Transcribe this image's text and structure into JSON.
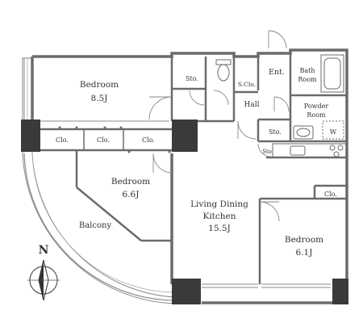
{
  "colors": {
    "wall": "#6b6b6b",
    "pillar": "#3a3a3a",
    "line": "#8a8a8a",
    "text": "#333333",
    "background": "#ffffff"
  },
  "rooms": {
    "bedroom_a": {
      "name": "Bedroom",
      "size": "8.5J"
    },
    "bedroom_b": {
      "name": "Bedroom",
      "size": "6.6J"
    },
    "bedroom_c": {
      "name": "Bedroom",
      "size": "6.1J"
    },
    "ldk": {
      "line1": "Living Dining",
      "line2": "Kitchen",
      "size": "15.5J"
    },
    "balcony": "Balcony",
    "entrance": "Ent.",
    "bath": {
      "line1": "Bath",
      "line2": "Room"
    },
    "powder": {
      "line1": "Powder",
      "line2": "Room"
    },
    "hall": "Hall",
    "shoe_closet": "S.Clo.",
    "washer": "W"
  },
  "storage": {
    "sto_top": "Sto.",
    "sto_mid": "Sto.",
    "sto_small": "Sto",
    "clo_1": "Clo.",
    "clo_2": "Clo.",
    "clo_3": "Clo.",
    "clo_right": "Clo."
  },
  "compass": {
    "label": "N",
    "icon": "compass-icon"
  }
}
